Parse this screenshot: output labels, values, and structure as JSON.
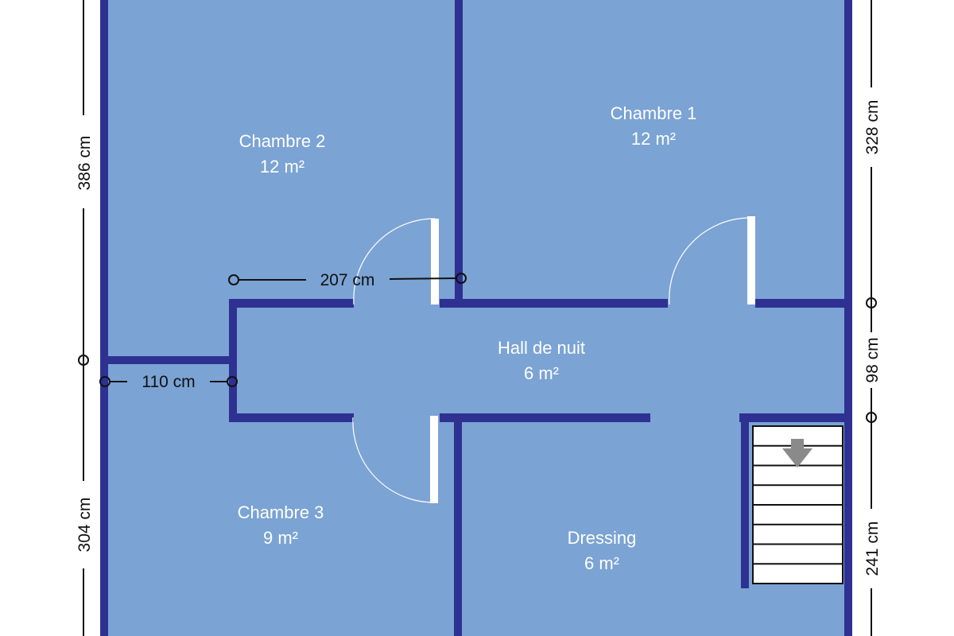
{
  "colors": {
    "floor": "#7ba3d4",
    "wall": "#2e3192",
    "dimension": "#111111",
    "label": "#ffffff",
    "stair_arrow": "#8a8a8a"
  },
  "rooms": [
    {
      "name": "Chambre 2",
      "area": "12 m²"
    },
    {
      "name": "Chambre 1",
      "area": "12 m²"
    },
    {
      "name": "Hall de nuit",
      "area": "6 m²"
    },
    {
      "name": "Chambre 3",
      "area": "9 m²"
    },
    {
      "name": "Dressing",
      "area": "6 m²"
    }
  ],
  "dimensions": {
    "left_top": "386 cm",
    "left_bottom": "304 cm",
    "right_top": "328 cm",
    "right_middle": "98 cm",
    "right_bottom": "241 cm",
    "hall_top": "207 cm",
    "hall_left": "110 cm"
  },
  "stairs": {
    "steps": 8,
    "direction": "down"
  }
}
